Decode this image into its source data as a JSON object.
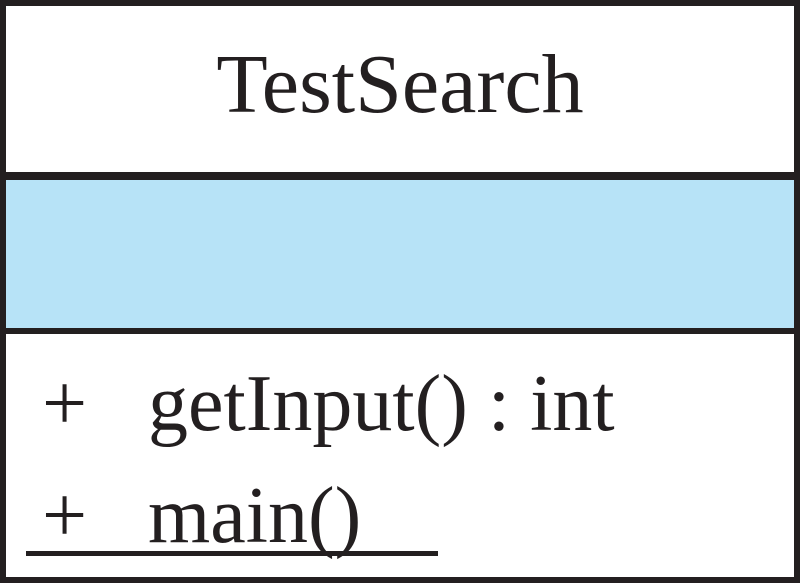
{
  "class": {
    "name": "TestSearch",
    "attributes": [],
    "operations": [
      {
        "visibility": "+",
        "signature": "getInput() : int",
        "static": false
      },
      {
        "visibility": "+",
        "signature": "main()",
        "static": true
      }
    ]
  },
  "colors": {
    "border": "#231f20",
    "attribute_fill": "#b7e3f7",
    "background": "#ffffff"
  }
}
